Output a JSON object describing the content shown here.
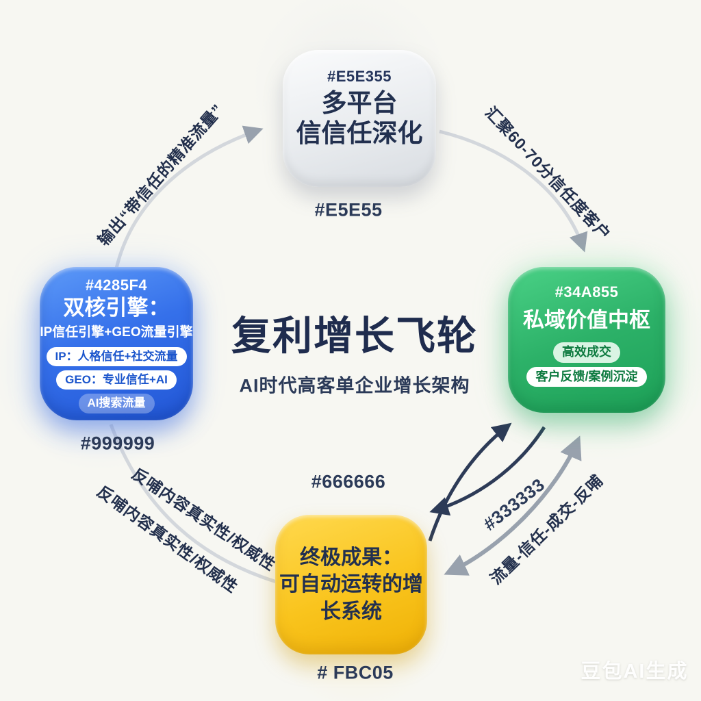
{
  "title": {
    "main": "复利增长飞轮",
    "subtitle": "AI时代高客单企业增长架构"
  },
  "nodes": {
    "top": {
      "hex": "#E5E355",
      "line1": "多平台",
      "line2": "信信任深化",
      "below_hex": "#E5E55"
    },
    "left": {
      "hex": "#4285F4",
      "heading": "双核引擎：",
      "subheading": "IP信任引擎+GEO流量引擎",
      "pills": [
        "IP：人格信任+社交流量",
        "GEO：专业信任+AI",
        "AI搜索流量"
      ],
      "below_hex": "#999999"
    },
    "right": {
      "hex": "#34A855",
      "heading": "私域价值中枢",
      "pills": [
        "高效成交",
        "客户反馈/案例沉淀"
      ]
    },
    "bottom": {
      "line1": "终极成果：",
      "line2": "可自动运转的增",
      "line3": "长系统",
      "below_hex": "# FBC05"
    }
  },
  "edges": {
    "left_to_top": "输出“带信任的精准流量”",
    "top_to_right": "汇聚60-70分信任度客户",
    "bottom_feedback_inner": "反哺内容真实性/权威性",
    "bottom_feedback_outer": "反哺内容真实性/权威性",
    "center_hex": "#666666",
    "cycle_hex": "#333333",
    "cycle_label": "流量-信任-成交-反哺"
  },
  "watermark": "豆包AI生成",
  "colors": {
    "blue": "#4285F4",
    "green": "#34A855",
    "yellow": "#F9C41D",
    "gray_node": "#E5E7EA",
    "navy": "#22304F",
    "arc_gray": "#D3D7DC",
    "arrow_dark": "#2D3B57",
    "arrow_gray": "#98A1AD"
  }
}
